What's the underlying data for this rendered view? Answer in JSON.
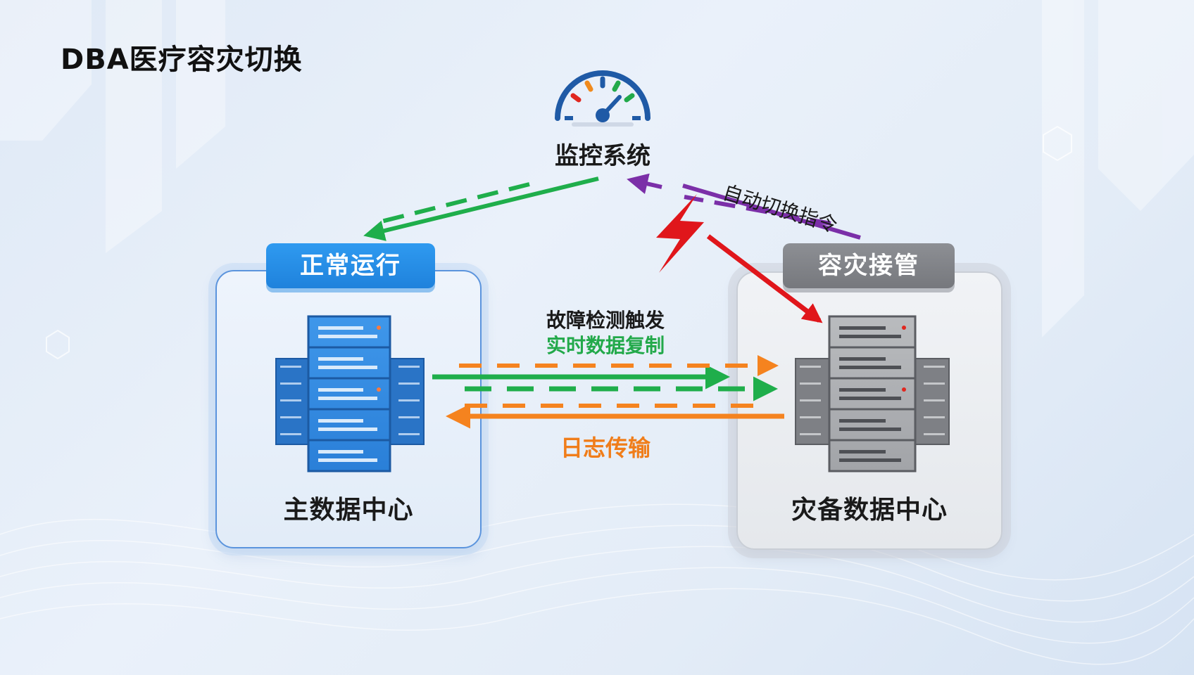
{
  "title": "DBA医疗容灾切换",
  "monitor": {
    "label": "监控系统",
    "icon": "gauge-icon"
  },
  "primary": {
    "badge": "正常运行",
    "label": "主数据中心",
    "color": "#1f82dc"
  },
  "backup": {
    "badge": "容灾接管",
    "label": "灾备数据中心",
    "color": "#7a7c82"
  },
  "flows": {
    "switch_command": "自动切换指令",
    "fault_detection": "故障检测触发",
    "replication": "实时数据复制",
    "log_transfer": "日志传输"
  },
  "colors": {
    "replication": "#1fae4b",
    "log_transfer": "#f5831f",
    "switch_command": "#7b2fa8",
    "fault": "#e0161b",
    "primary_blue": "#2f86e0",
    "backup_gray": "#8a8c90"
  }
}
